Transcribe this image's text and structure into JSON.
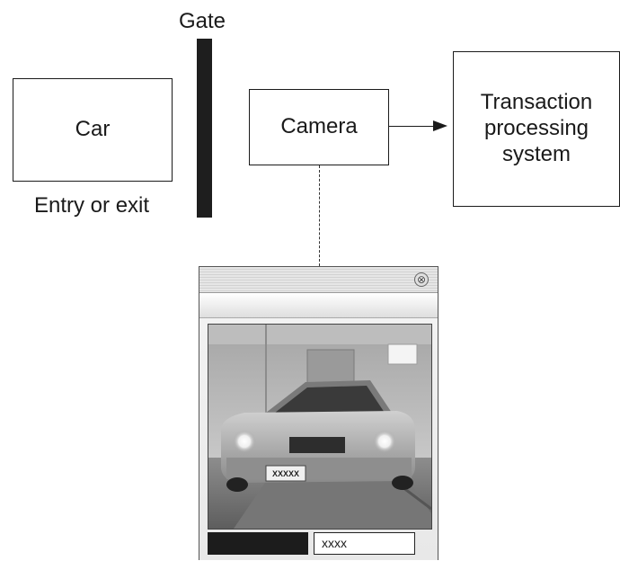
{
  "diagram": {
    "gate_label": "Gate",
    "car_label": "Car",
    "entry_label": "Entry or exit",
    "camera_label": "Camera",
    "tps_lines": [
      "Transaction",
      "processing",
      "system"
    ]
  },
  "popup": {
    "close_glyph": "⊗",
    "plate_text": "xxxx",
    "license_plate_text": "XXXXX"
  }
}
